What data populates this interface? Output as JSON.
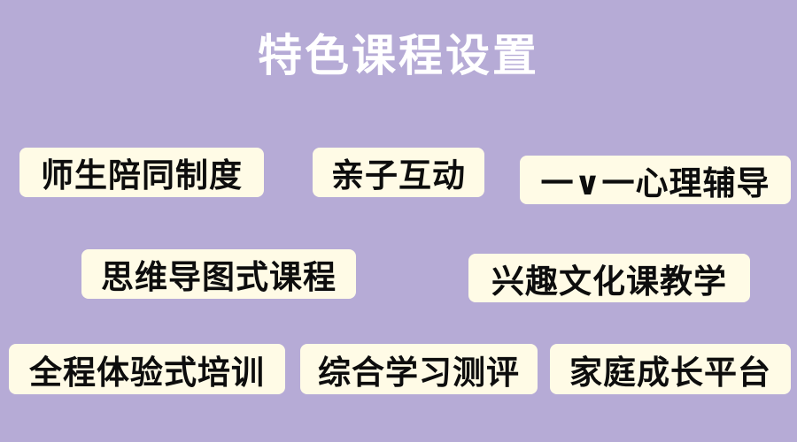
{
  "page": {
    "title": "特色课程设置",
    "colors": {
      "background": "#b6abd6",
      "title_text": "#ffffff",
      "badge_background": "#fffbe6",
      "badge_text": "#0d0d0d"
    }
  },
  "badges": [
    {
      "label": "师生陪同制度"
    },
    {
      "label": "亲子互动"
    },
    {
      "label": "一∨一心理辅导"
    },
    {
      "label": "思维导图式课程"
    },
    {
      "label": "兴趣文化课教学"
    },
    {
      "label": "全程体验式培训"
    },
    {
      "label": "综合学习测评"
    },
    {
      "label": "家庭成长平台"
    }
  ]
}
